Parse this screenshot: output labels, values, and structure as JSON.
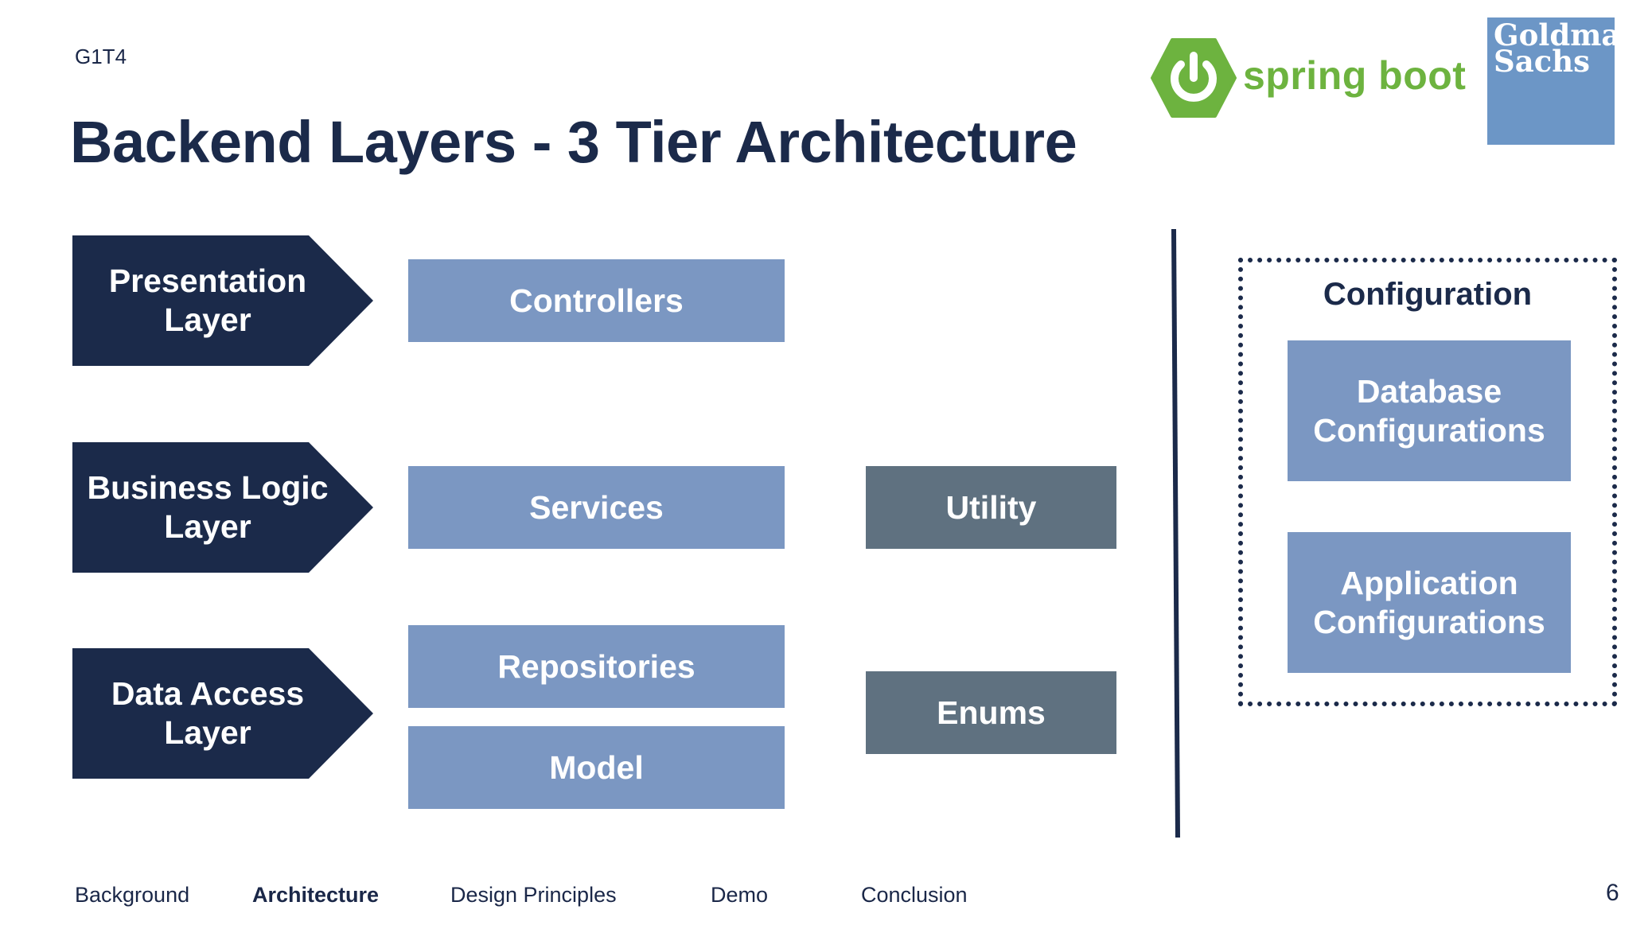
{
  "header": {
    "team_code": "G1T4",
    "title": "Backend Layers - 3 Tier Architecture"
  },
  "logos": {
    "spring_boot": {
      "text": "spring boot",
      "icon": "power-icon",
      "color": "#6db33f"
    },
    "goldman_sachs": {
      "text": "Goldman\nSachs",
      "color": "#6c96c6"
    }
  },
  "diagram": {
    "layers": [
      {
        "label": "Presentation Layer"
      },
      {
        "label": "Business Logic Layer"
      },
      {
        "label": "Data Access Layer"
      }
    ],
    "components": {
      "controllers": "Controllers",
      "services": "Services",
      "repositories": "Repositories",
      "model": "Model"
    },
    "shared": {
      "utility": "Utility",
      "enums": "Enums"
    },
    "configuration": {
      "title": "Configuration",
      "database": "Database Configurations",
      "application": "Application Configurations"
    },
    "colors": {
      "layer": "#1b2a4a",
      "component": "#7b97c2",
      "shared": "#5f7180"
    }
  },
  "footer": {
    "nav": [
      {
        "label": "Background",
        "active": false
      },
      {
        "label": "Architecture",
        "active": true
      },
      {
        "label": "Design Principles",
        "active": false
      },
      {
        "label": "Demo",
        "active": false
      },
      {
        "label": "Conclusion",
        "active": false
      }
    ],
    "page_number": "6"
  }
}
